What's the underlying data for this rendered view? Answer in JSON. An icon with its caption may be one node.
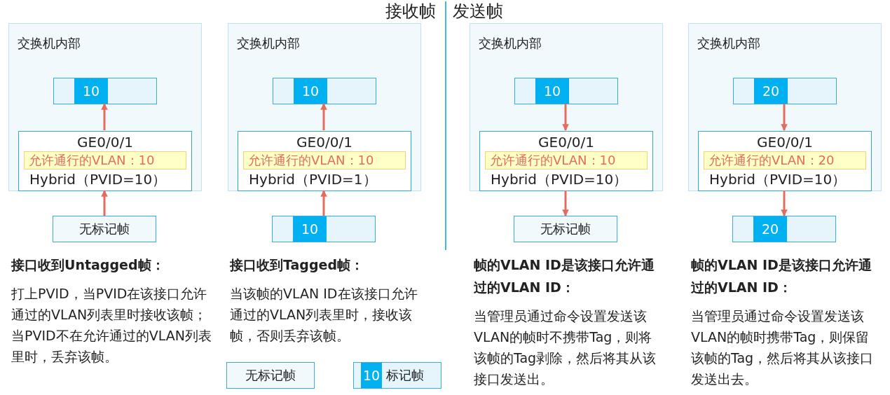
{
  "diagram": {
    "nodes": [
      {
        "text": [
          "交换机内部"
        ]
      },
      {
        "text": [
          "10"
        ],
        "in": 0
      },
      {
        "text": [
          "GE0/0/1",
          "允许通行的VLAN：10",
          "Hybrid（PVID=10）"
        ],
        "in": 0
      },
      {
        "text": [
          "无标记帧"
        ]
      },
      {
        "text": [
          "交换机内部"
        ]
      },
      {
        "text": [
          "10"
        ],
        "in": 4
      },
      {
        "text": [
          "GE0/0/1",
          "允许通行的VLAN：10",
          "Hybrid（PVID=1）"
        ],
        "in": 4
      },
      {
        "text": [
          "10"
        ]
      },
      {
        "text": [
          "交换机内部"
        ]
      },
      {
        "text": [
          "10"
        ],
        "in": 8
      },
      {
        "text": [
          "GE0/0/1",
          "允许通行的VLAN：10",
          "Hybrid（PVID=10）"
        ],
        "in": 8
      },
      {
        "text": [
          "无标记帧"
        ]
      },
      {
        "text": [
          "交换机内部"
        ]
      },
      {
        "text": [
          "20"
        ],
        "in": 12
      },
      {
        "text": [
          "GE0/0/1",
          "允许通行的VLAN：20",
          "Hybrid（PVID=10）"
        ],
        "in": 12
      },
      {
        "text": [
          "20"
        ]
      },
      {
        "text": [
          "无标记帧"
        ]
      },
      {
        "text": [
          "10",
          "标记帧"
        ]
      }
    ],
    "edges": [
      {
        "from": 3,
        "to": 2,
        "arrow": "to"
      },
      {
        "from": 2,
        "to": 1,
        "arrow": "to"
      },
      {
        "from": 7,
        "to": 6,
        "arrow": "to"
      },
      {
        "from": 6,
        "to": 5,
        "arrow": "to"
      },
      {
        "from": 9,
        "to": 10,
        "arrow": "to"
      },
      {
        "from": 10,
        "to": 11,
        "arrow": "to"
      },
      {
        "from": 13,
        "to": 14,
        "arrow": "to"
      },
      {
        "from": 14,
        "to": 15,
        "arrow": "to"
      }
    ],
    "labels": [
      "接收帧",
      "发送帧",
      "接口收到Untagged帧：",
      "打上PVID，当PVID在该接口允许通过的VLAN列表里时接收该帧；当PVID不在允许通过的VLAN列表里时，丢弃该帧。",
      "接口收到Tagged帧：",
      "当该帧的VLAN ID在该接口允许通过的VLAN列表里时，接收该帧，否则丢弃该帧。",
      "帧的VLAN ID是该接口允许通过的VLAN ID：",
      "当管理员通过命令设置发送该VLAN的帧时不携带Tag，则将该帧的Tag剥除，然后将其从该接口发送出。",
      "帧的VLAN ID是该接口允许通过的VLAN ID：",
      "当管理员通过命令设置发送该VLAN的帧时携带Tag，则保留该帧的Tag，然后将其从该接口发送出去。"
    ]
  }
}
